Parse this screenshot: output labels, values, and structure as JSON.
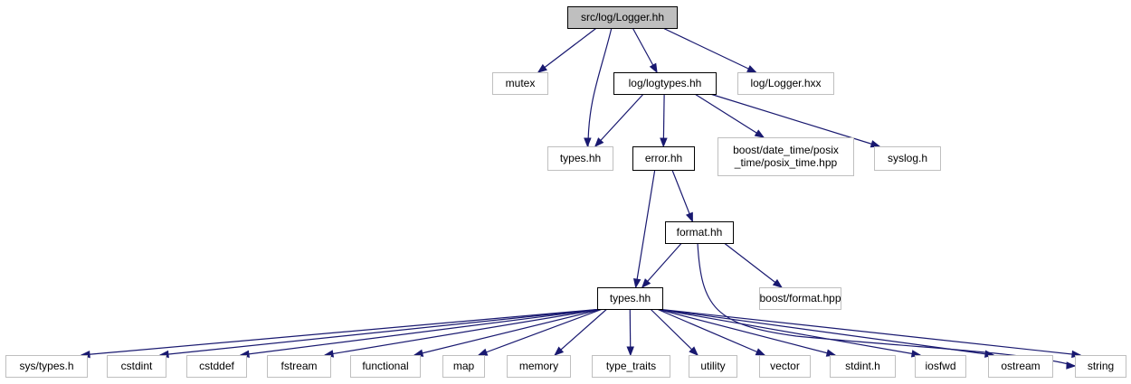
{
  "colors": {
    "edge": "#191970",
    "root_fill": "#bfbfbf",
    "solid_border": "#000000",
    "external_border": "#bfbfbf",
    "fill": "#ffffff"
  },
  "nodes": [
    {
      "id": "root",
      "lines": [
        "src/log/Logger.hh"
      ],
      "style": "root"
    },
    {
      "id": "mutex",
      "lines": [
        "mutex"
      ],
      "style": "external"
    },
    {
      "id": "logtypes",
      "lines": [
        "log/logtypes.hh"
      ],
      "style": "solid"
    },
    {
      "id": "logger_hxx",
      "lines": [
        "log/Logger.hxx"
      ],
      "style": "external"
    },
    {
      "id": "types_top",
      "lines": [
        "types.hh"
      ],
      "style": "external"
    },
    {
      "id": "error",
      "lines": [
        "error.hh"
      ],
      "style": "solid"
    },
    {
      "id": "boost_dt",
      "lines": [
        "boost/date_time/posix",
        "_time/posix_time.hpp"
      ],
      "style": "external"
    },
    {
      "id": "syslog",
      "lines": [
        "syslog.h"
      ],
      "style": "external"
    },
    {
      "id": "format",
      "lines": [
        "format.hh"
      ],
      "style": "solid"
    },
    {
      "id": "types",
      "lines": [
        "types.hh"
      ],
      "style": "solid"
    },
    {
      "id": "boost_format",
      "lines": [
        "boost/format.hpp"
      ],
      "style": "external"
    },
    {
      "id": "sys_types",
      "lines": [
        "sys/types.h"
      ],
      "style": "external"
    },
    {
      "id": "cstdint",
      "lines": [
        "cstdint"
      ],
      "style": "external"
    },
    {
      "id": "cstddef",
      "lines": [
        "cstddef"
      ],
      "style": "external"
    },
    {
      "id": "fstream",
      "lines": [
        "fstream"
      ],
      "style": "external"
    },
    {
      "id": "functional",
      "lines": [
        "functional"
      ],
      "style": "external"
    },
    {
      "id": "map",
      "lines": [
        "map"
      ],
      "style": "external"
    },
    {
      "id": "memory",
      "lines": [
        "memory"
      ],
      "style": "external"
    },
    {
      "id": "type_traits",
      "lines": [
        "type_traits"
      ],
      "style": "external"
    },
    {
      "id": "utility",
      "lines": [
        "utility"
      ],
      "style": "external"
    },
    {
      "id": "vector",
      "lines": [
        "vector"
      ],
      "style": "external"
    },
    {
      "id": "stdint",
      "lines": [
        "stdint.h"
      ],
      "style": "external"
    },
    {
      "id": "iosfwd",
      "lines": [
        "iosfwd"
      ],
      "style": "external"
    },
    {
      "id": "ostream",
      "lines": [
        "ostream"
      ],
      "style": "external"
    },
    {
      "id": "string",
      "lines": [
        "string"
      ],
      "style": "external"
    }
  ],
  "edges": [
    {
      "from": "root",
      "to": "mutex"
    },
    {
      "from": "root",
      "to": "logtypes"
    },
    {
      "from": "root",
      "to": "logger_hxx"
    },
    {
      "from": "root",
      "to": "types_top"
    },
    {
      "from": "logtypes",
      "to": "types_top"
    },
    {
      "from": "logtypes",
      "to": "error"
    },
    {
      "from": "logtypes",
      "to": "boost_dt"
    },
    {
      "from": "logtypes",
      "to": "syslog"
    },
    {
      "from": "error",
      "to": "format"
    },
    {
      "from": "error",
      "to": "types"
    },
    {
      "from": "format",
      "to": "types"
    },
    {
      "from": "format",
      "to": "boost_format"
    },
    {
      "from": "format",
      "to": "string"
    },
    {
      "from": "types",
      "to": "sys_types"
    },
    {
      "from": "types",
      "to": "cstdint"
    },
    {
      "from": "types",
      "to": "cstddef"
    },
    {
      "from": "types",
      "to": "fstream"
    },
    {
      "from": "types",
      "to": "functional"
    },
    {
      "from": "types",
      "to": "map"
    },
    {
      "from": "types",
      "to": "memory"
    },
    {
      "from": "types",
      "to": "type_traits"
    },
    {
      "from": "types",
      "to": "utility"
    },
    {
      "from": "types",
      "to": "vector"
    },
    {
      "from": "types",
      "to": "stdint"
    },
    {
      "from": "types",
      "to": "iosfwd"
    },
    {
      "from": "types",
      "to": "ostream"
    },
    {
      "from": "types",
      "to": "string"
    }
  ]
}
